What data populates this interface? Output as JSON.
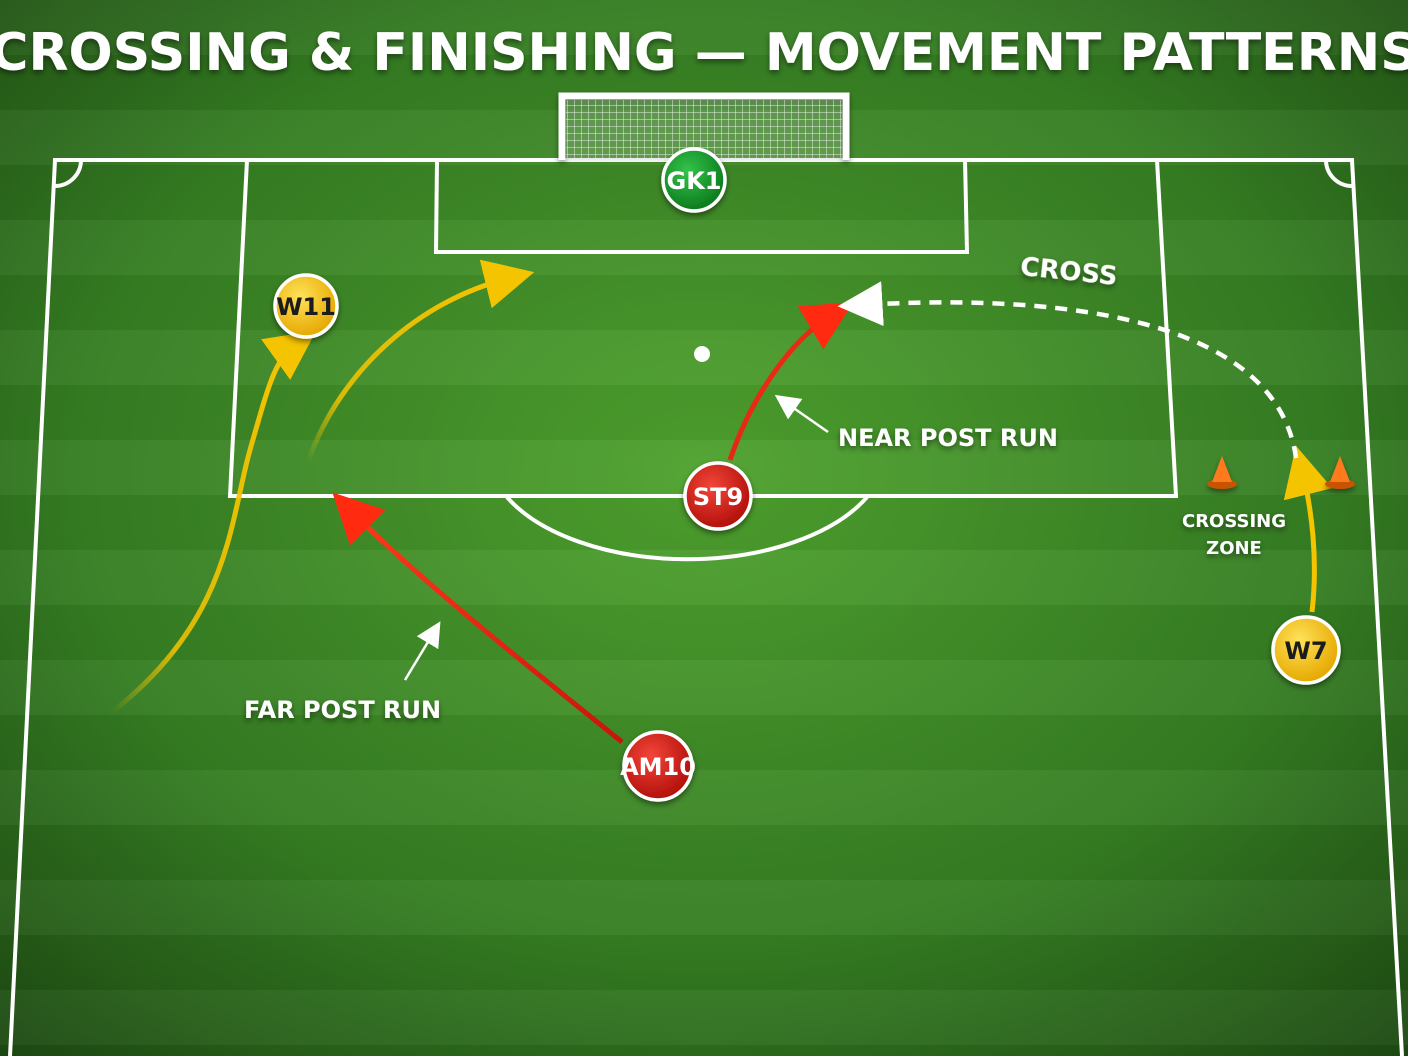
{
  "title": "CROSSING & FINISHING — MOVEMENT PATTERNS",
  "colors": {
    "grass_light": "#4a9a2c",
    "grass_dark": "#1f4f14",
    "lines": "#ffffff",
    "yellow": "#f5c400",
    "red": "#d91a12",
    "green_gk": "#159a2a",
    "cone": "#ff7a1a"
  },
  "players": [
    {
      "id": "gk1",
      "label": "GK1",
      "team": "keeper",
      "color": "#159a2a",
      "text_color": "#ffffff"
    },
    {
      "id": "w11",
      "label": "W11",
      "team": "attack-wide",
      "color": "#f5c400",
      "text_color": "#1a1a1a"
    },
    {
      "id": "st9",
      "label": "ST9",
      "team": "attack-central",
      "color": "#d91a12",
      "text_color": "#ffffff"
    },
    {
      "id": "w7",
      "label": "W7",
      "team": "attack-wide",
      "color": "#f5c400",
      "text_color": "#1a1a1a"
    },
    {
      "id": "am10",
      "label": "AM10",
      "team": "attack-central",
      "color": "#d91a12",
      "text_color": "#ffffff"
    }
  ],
  "labels": {
    "cross": "CROSS",
    "near_post_run": "NEAR POST RUN",
    "far_post_run": "FAR POST RUN",
    "crossing_zone_line1": "CROSSING",
    "crossing_zone_line2": "ZONE"
  },
  "icons": [
    "goal-net-icon",
    "cone-icon"
  ]
}
